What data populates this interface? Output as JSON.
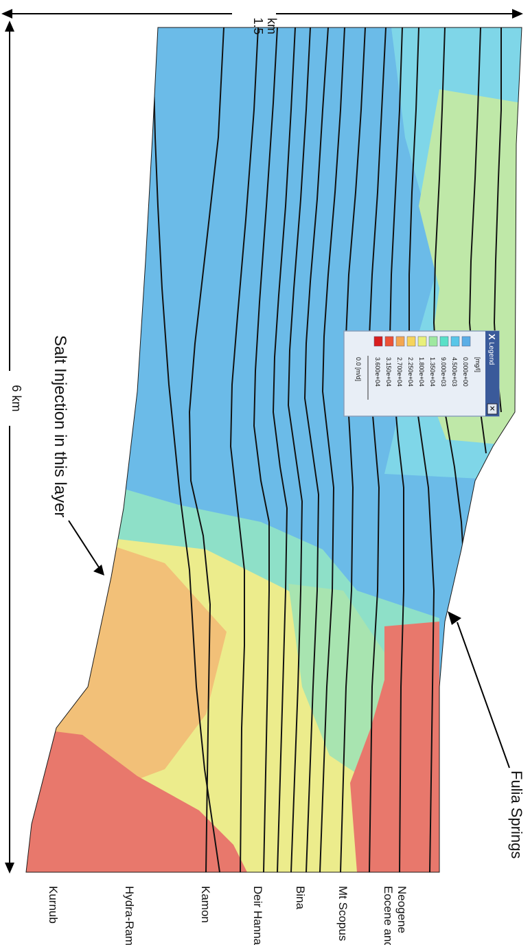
{
  "dimensions": {
    "width_label": "1.5\nkm",
    "length_label": "6 km"
  },
  "annotations": {
    "salt_injection": "Salt Injection in this layer",
    "fulia_springs": "Fulia Springs"
  },
  "layers": [
    "Kurnub",
    "Hydra-Rama",
    "Kamon",
    "Deir Hanna",
    "Bina",
    "Mt Scopus",
    "Eocene and\nNeogene"
  ],
  "legend": {
    "title": "Legend",
    "unit": "[mg/l]",
    "close_symbol": "×",
    "entries": [
      {
        "value": "0.000e+00",
        "color": "#5aaee6"
      },
      {
        "value": "4.500e+03",
        "color": "#59c6e8"
      },
      {
        "value": "9.000e+03",
        "color": "#59e0c8"
      },
      {
        "value": "1.350e+04",
        "color": "#9ee8a0"
      },
      {
        "value": "1.800e+04",
        "color": "#e8f07a"
      },
      {
        "value": "2.250e+04",
        "color": "#f6d45c"
      },
      {
        "value": "2.700e+04",
        "color": "#f3a650"
      },
      {
        "value": "3.150e+04",
        "color": "#ec5236"
      },
      {
        "value": "3.600e+04",
        "color": "#d81e1e"
      }
    ],
    "flow_label": "0.0 [m/d]"
  },
  "colors": {
    "fresh": "#6bbbe8",
    "fresh_edge": "#7fd6e8",
    "brackish": "#8ee0c8",
    "yellow": "#ecec8c",
    "orange": "#f2c078",
    "salt": "#e8786c",
    "contour": "#111111"
  }
}
